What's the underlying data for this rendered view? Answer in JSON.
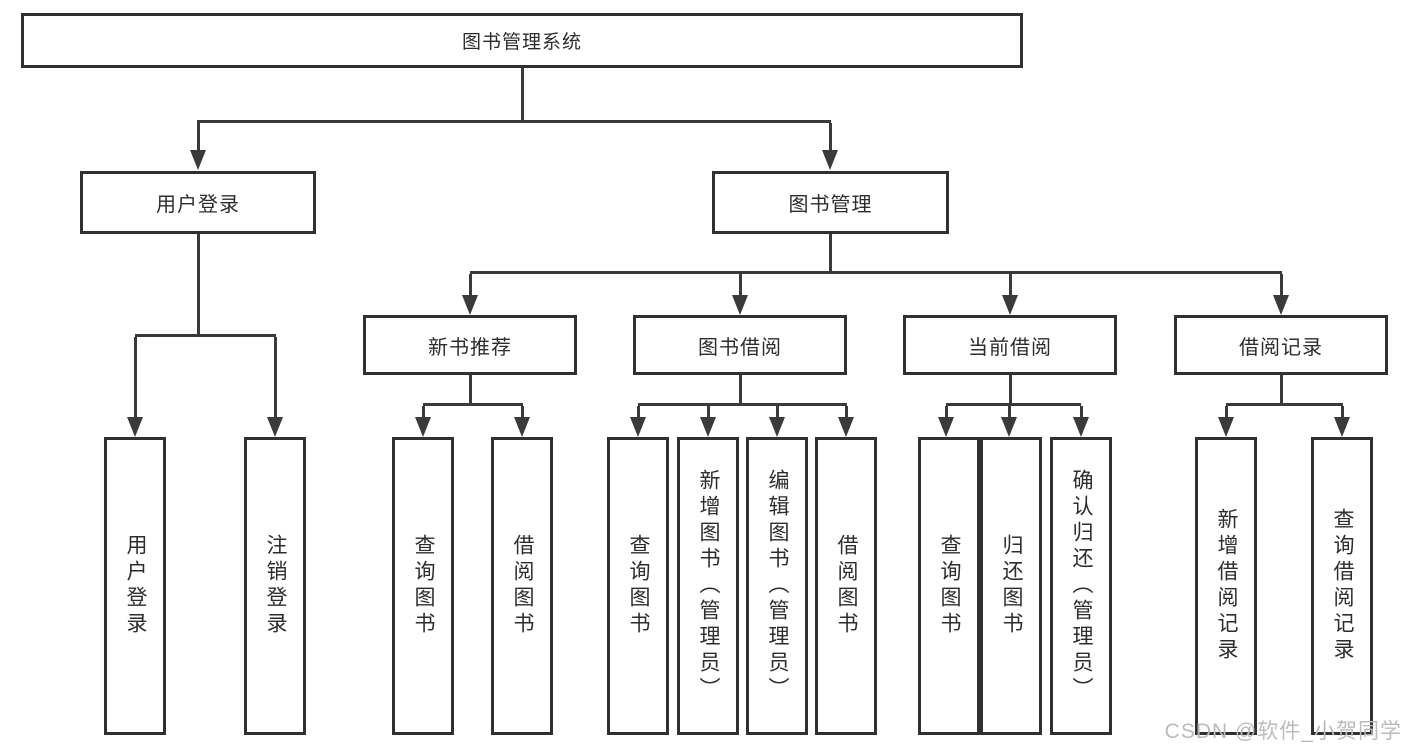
{
  "diagram": {
    "title": "图书管理系统",
    "root_label": "图书管理系统",
    "user_branch": {
      "label": "用户登录",
      "children": [
        {
          "label": "用户登录"
        },
        {
          "label": "注销登录"
        }
      ]
    },
    "book_branch": {
      "label": "图书管理",
      "sections": [
        {
          "label": "新书推荐",
          "children": [
            {
              "label": "查询图书"
            },
            {
              "label": "借阅图书"
            }
          ]
        },
        {
          "label": "图书借阅",
          "children": [
            {
              "label": "查询图书"
            },
            {
              "label": "新增图书（管理员）"
            },
            {
              "label": "编辑图书（管理员）"
            },
            {
              "label": "借阅图书"
            }
          ]
        },
        {
          "label": "当前借阅",
          "children": [
            {
              "label": "查询图书"
            },
            {
              "label": "归还图书"
            },
            {
              "label": "确认归还（管理员）"
            }
          ]
        },
        {
          "label": "借阅记录",
          "children": [
            {
              "label": "新增借阅记录"
            },
            {
              "label": "查询借阅记录"
            }
          ]
        }
      ]
    },
    "colors": {
      "line": "#3a3a3a",
      "border": "#303030",
      "text": "#2d2d2d",
      "background": "#ffffff",
      "watermark": "#b9bcbe"
    }
  },
  "watermark": {
    "text": "CSDN @软件_小贺同学"
  }
}
